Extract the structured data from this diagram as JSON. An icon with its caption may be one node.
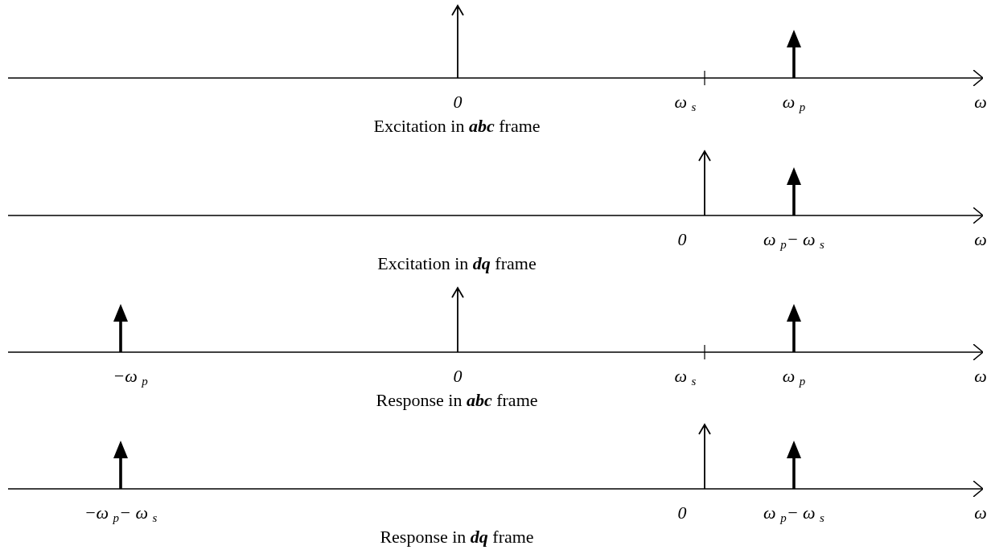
{
  "diagram": {
    "labels": [
      "0",
      "ω $_{s}$",
      "ω $_{p}$",
      "ω",
      "Excitation in **abc** frame",
      "0",
      "ω $_{p}$− ω $_{s}$",
      "ω",
      "Excitation in **dq** frame",
      "−ω $_{p}$",
      "0",
      "ω $_{s}$",
      "ω $_{p}$",
      "ω",
      "Response in **abc** frame",
      "−ω $_{p}$− ω $_{s}$",
      "0",
      "ω $_{p}$− ω $_{s}$",
      "ω",
      "Response in **dq** frame"
    ]
  }
}
